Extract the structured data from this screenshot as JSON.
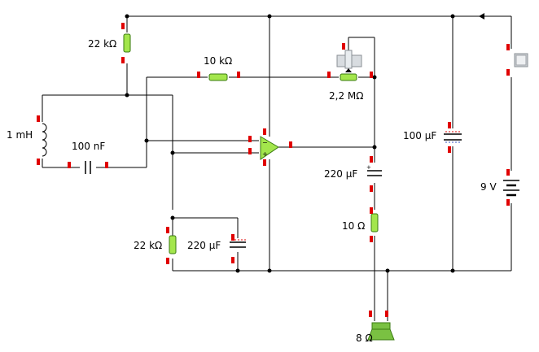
{
  "labels": {
    "r_top": "22 kΩ",
    "r_feedback": "10 kΩ",
    "pot": "2,2 MΩ",
    "inductor": "1 mH",
    "cap_input": "100 nF",
    "cap_supply": "100 µF",
    "cap_output": "220 µF",
    "r_output": "10 Ω",
    "battery": "9 V",
    "r_bottom": "22 kΩ",
    "cap_bottom": "220 µF",
    "speaker": "8 Ω"
  },
  "colors": {
    "wire": "#000000",
    "pin": "#e00000",
    "component": "#a3e64c",
    "component_border": "#3a7a10",
    "switch": "#d0d4d8",
    "speaker": "#7ac142"
  },
  "icons": [
    "opamp-icon",
    "resistor-icon",
    "potentiometer-icon",
    "capacitor-icon",
    "electrolytic-capacitor-icon",
    "inductor-icon",
    "battery-icon",
    "switch-icon",
    "speaker-icon"
  ]
}
